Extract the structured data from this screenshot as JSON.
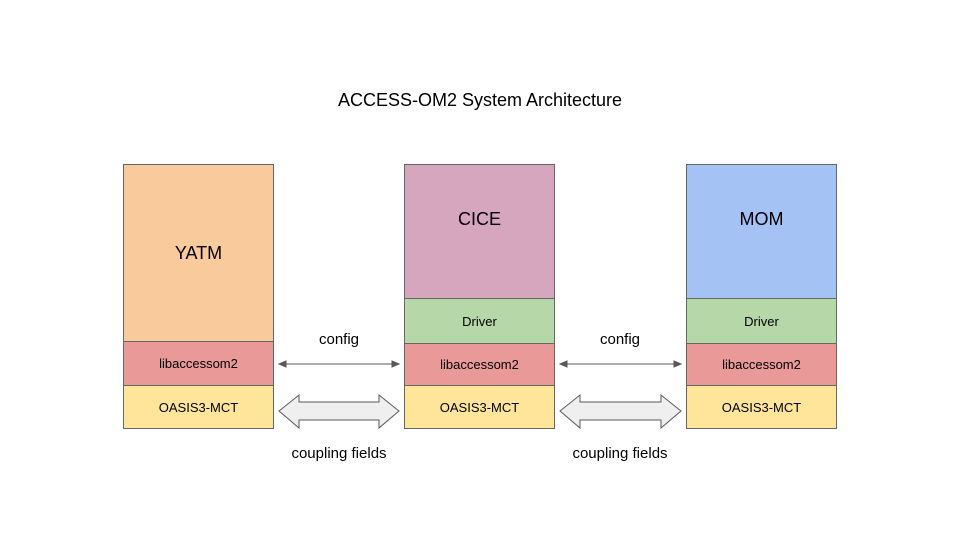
{
  "title": "ACCESS-OM2 System Architecture",
  "colors": {
    "yatm": "#f9cb9c",
    "cice": "#d5a6bd",
    "mom": "#a4c2f4",
    "driver": "#b6d7a8",
    "lib": "#ea9999",
    "oasis": "#ffe599",
    "arrow_fill": "#efefef"
  },
  "components": {
    "yatm": {
      "name": "YATM",
      "lib": "libaccessom2",
      "oasis": "OASIS3-MCT"
    },
    "cice": {
      "name": "CICE",
      "driver": "Driver",
      "lib": "libaccessom2",
      "oasis": "OASIS3-MCT"
    },
    "mom": {
      "name": "MOM",
      "driver": "Driver",
      "lib": "libaccessom2",
      "oasis": "OASIS3-MCT"
    }
  },
  "links": [
    {
      "config": "config",
      "coupling": "coupling fields"
    },
    {
      "config": "config",
      "coupling": "coupling fields"
    }
  ]
}
